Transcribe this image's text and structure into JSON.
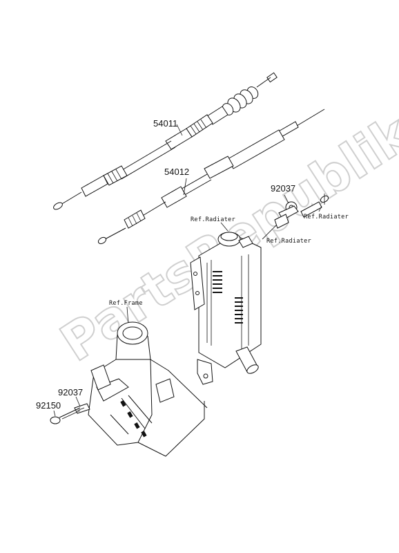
{
  "watermark": "PartsRepublik",
  "part_numbers": {
    "p54011": "54011",
    "p54012": "54012",
    "p92037_top": "92037",
    "p92037_bottom": "92037",
    "p92150": "92150"
  },
  "references": {
    "radiator_top_right": "Ref.Radiater",
    "radiator_left": "Ref.Radiater",
    "radiator_right": "Ref.Radiater",
    "frame": "Ref.Frame"
  }
}
